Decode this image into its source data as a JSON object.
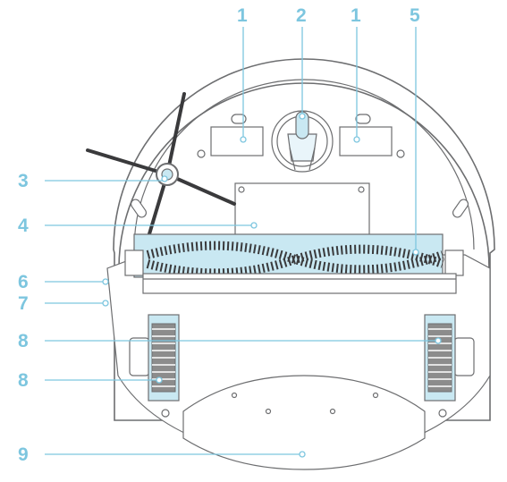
{
  "colors": {
    "accent": "#7dc6df",
    "outline": "#6d6e70",
    "brush_dark": "#3a3a3c",
    "tread": "#8c8c8c",
    "highlight": "#c9e8f2"
  },
  "callouts": [
    {
      "id": "c1a",
      "label": "1"
    },
    {
      "id": "c2",
      "label": "2"
    },
    {
      "id": "c1b",
      "label": "1"
    },
    {
      "id": "c5",
      "label": "5"
    },
    {
      "id": "c3",
      "label": "3"
    },
    {
      "id": "c4",
      "label": "4"
    },
    {
      "id": "c6",
      "label": "6"
    },
    {
      "id": "c7",
      "label": "7"
    },
    {
      "id": "c8a",
      "label": "8"
    },
    {
      "id": "c8b",
      "label": "8"
    },
    {
      "id": "c9",
      "label": "9"
    }
  ]
}
